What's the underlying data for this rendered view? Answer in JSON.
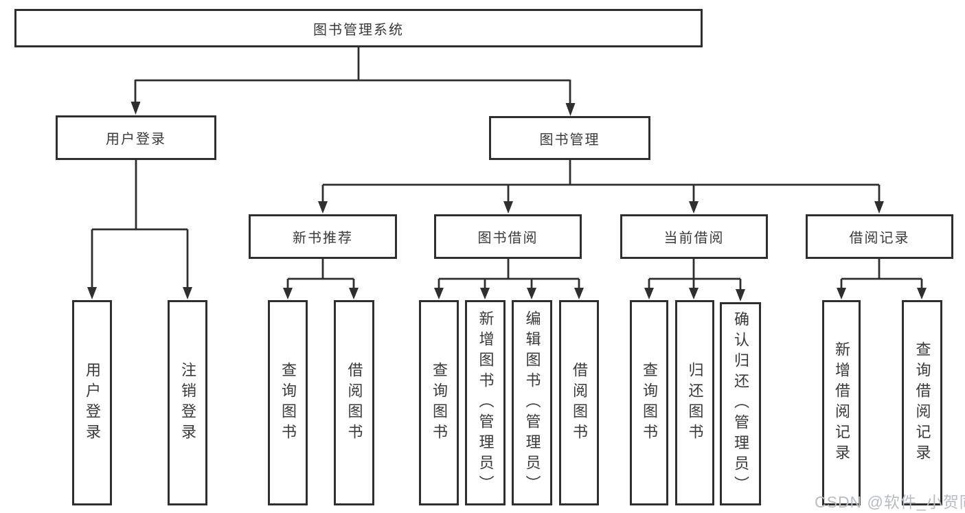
{
  "diagram_title": "图书管理系统",
  "tree": {
    "root": {
      "label": "图书管理系统"
    },
    "branches": {
      "user_login": {
        "label": "用户登录",
        "children": {
          "login": "用户登录",
          "logout": "注销登录"
        }
      },
      "book_mgmt": {
        "label": "图书管理",
        "sections": {
          "new_book": {
            "label": "新书推荐",
            "children": {
              "query": "查询图书",
              "borrow": "借阅图书"
            }
          },
          "borrowing": {
            "label": "图书借阅",
            "children": {
              "query": "查询图书",
              "add": "新增图书（管理员）",
              "edit": "编辑图书（管理员）",
              "borrow": "借阅图书"
            }
          },
          "current": {
            "label": "当前借阅",
            "children": {
              "query": "查询图书",
              "return": "归还图书",
              "confirm": "确认归还（管理员）"
            }
          },
          "records": {
            "label": "借阅记录",
            "children": {
              "add": "新增借阅记录",
              "query": "查询借阅记录"
            }
          }
        }
      }
    }
  },
  "watermark": {
    "text": "CSDN @软件_小贺同学"
  },
  "colors": {
    "line": "#2f2f2f",
    "text": "#3a3a3a",
    "watermark": "#b8bcc2",
    "background": "#ffffff"
  }
}
